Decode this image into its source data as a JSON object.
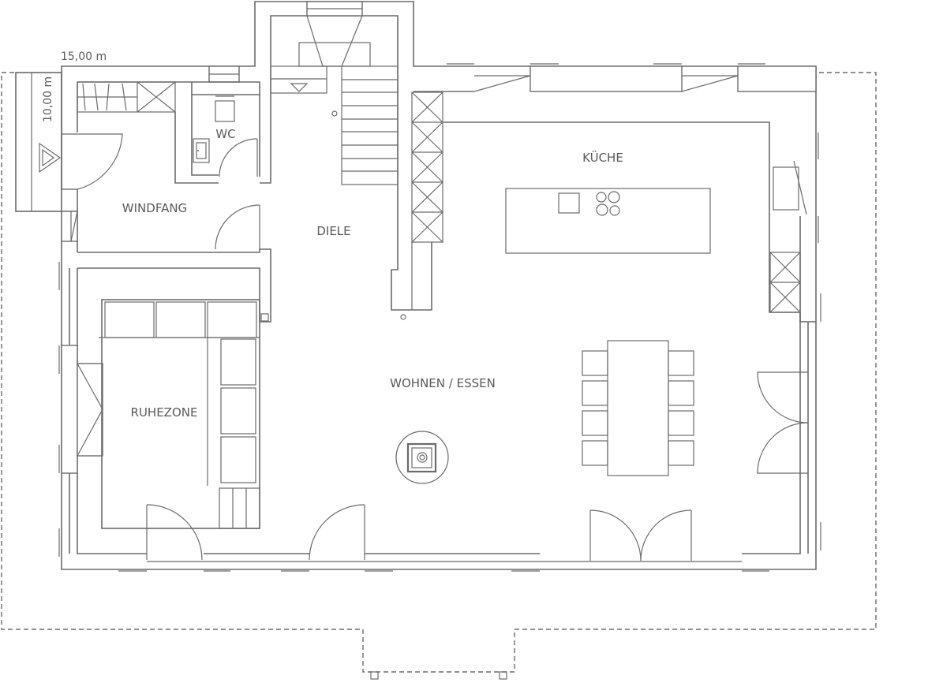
{
  "rooms": {
    "windfang": "WINDFANG",
    "wc": "WC",
    "diele": "DIELE",
    "kueche": "KÜCHE",
    "wohnen_essen": "WOHNEN / ESSEN",
    "ruhezone": "RUHEZONE"
  },
  "dimensions": {
    "width": "15,00 m",
    "depth": "10,00 m"
  }
}
